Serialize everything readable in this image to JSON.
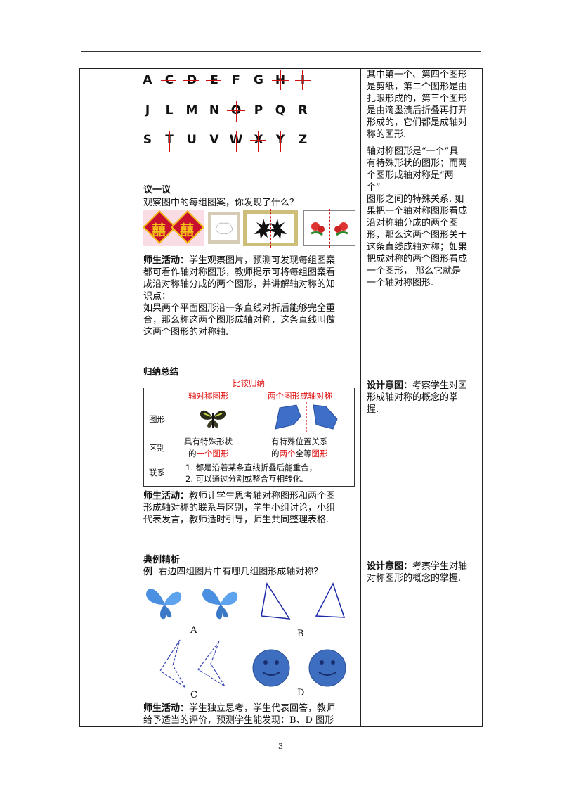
{
  "letters": {
    "row1": [
      "A",
      "C",
      "D",
      "E",
      "F",
      "G",
      "H",
      "I"
    ],
    "row2": [
      "J",
      "L",
      "M",
      "N",
      "O",
      "P",
      "Q",
      "R"
    ],
    "row3": [
      "S",
      "T",
      "U",
      "V",
      "W",
      "X",
      "Y",
      "Z"
    ]
  },
  "discuss": {
    "heading": "议一议",
    "prompt": "观察图中的每组图案，你发现了什么？",
    "xi": "囍"
  },
  "activity1": {
    "label": "师生活动：",
    "lines": [
      "学生观察图片，预测可发现每组图案",
      "都可看作轴对称图形，教师提示可将每组图案看",
      "成沿对称轴分成的两个图形，并讲解轴对称的知",
      "识点："
    ],
    "def_lines": [
      "如果两个平面图形沿一条直线对折后能够完全重",
      "合，那么称这两个图形成轴对称，这条直线叫做",
      "这两个图形的对称轴."
    ]
  },
  "summary": {
    "heading": "归纳总结",
    "table_title": "比较归纳",
    "col1": "轴对称图形",
    "col2": "两个图形成轴对称",
    "row_figure": "图形",
    "row_diff": "区别",
    "row_link": "联系",
    "diff1_a": "具有特殊形状",
    "diff1_b_pre": "的",
    "diff1_b_red": "一个图形",
    "diff2_a": "有特殊位置关系",
    "diff2_b_pre": "的",
    "diff2_b_red1": "两个",
    "diff2_b_mid": "全等",
    "diff2_b_red2": "图形",
    "link1": "1. 都是沿着某条直线折叠后能重合；",
    "link2": "2. 可以通过分割或整合互相转化."
  },
  "activity2": {
    "label": "师生活动：",
    "lines": [
      "教师让学生思考轴对称图形和两个图",
      "形成轴对称的联系与区别，学生小组讨论，小组",
      "代表发言，教师适时引导，师生共同整理表格."
    ]
  },
  "example": {
    "heading": "典例精析",
    "label": "例",
    "question": "右边四组图片中有哪几组图形成轴对称？",
    "A": "A",
    "B": "B",
    "C": "C",
    "D": "D"
  },
  "activity3": {
    "label": "师生活动：",
    "lines": [
      "学生独立思考，学生代表回答，教师",
      "给予适当的评价，预测学生能发现：B、D 图形"
    ]
  },
  "right": {
    "para1": [
      "其中第一个、第四个图形",
      "是剪纸，第二个图形是由",
      "扎眼形成的，第三个图形",
      "是由滴墨渍后折叠再打开",
      "形成的，它们都是成轴对",
      "称的图形."
    ],
    "para2": [
      "轴对称图形是“一个”具",
      "有特殊形状的图形；而两",
      "个图形成轴对称是“两",
      "个”",
      "图形之间的特殊关系. 如",
      "果把一个轴对称图形看成",
      "沿对称轴分成的两个图",
      "形，那么这两个图形关于",
      "这条直线成轴对称；如果",
      "把成对称的两个图形看成",
      "一个图形，  那么它就是",
      "一个轴对称图形."
    ],
    "design1_label": "设计意图：",
    "design1_lines": [
      "考察学生对图",
      "形成轴对称的概念的掌",
      "握."
    ],
    "design2_label": "设计意图：",
    "design2_lines": [
      "考察学生对轴",
      "对称图形的概念的掌握."
    ]
  },
  "page_number": "3",
  "colors": {
    "red": "#d01010",
    "blue": "#3a5fc0"
  }
}
